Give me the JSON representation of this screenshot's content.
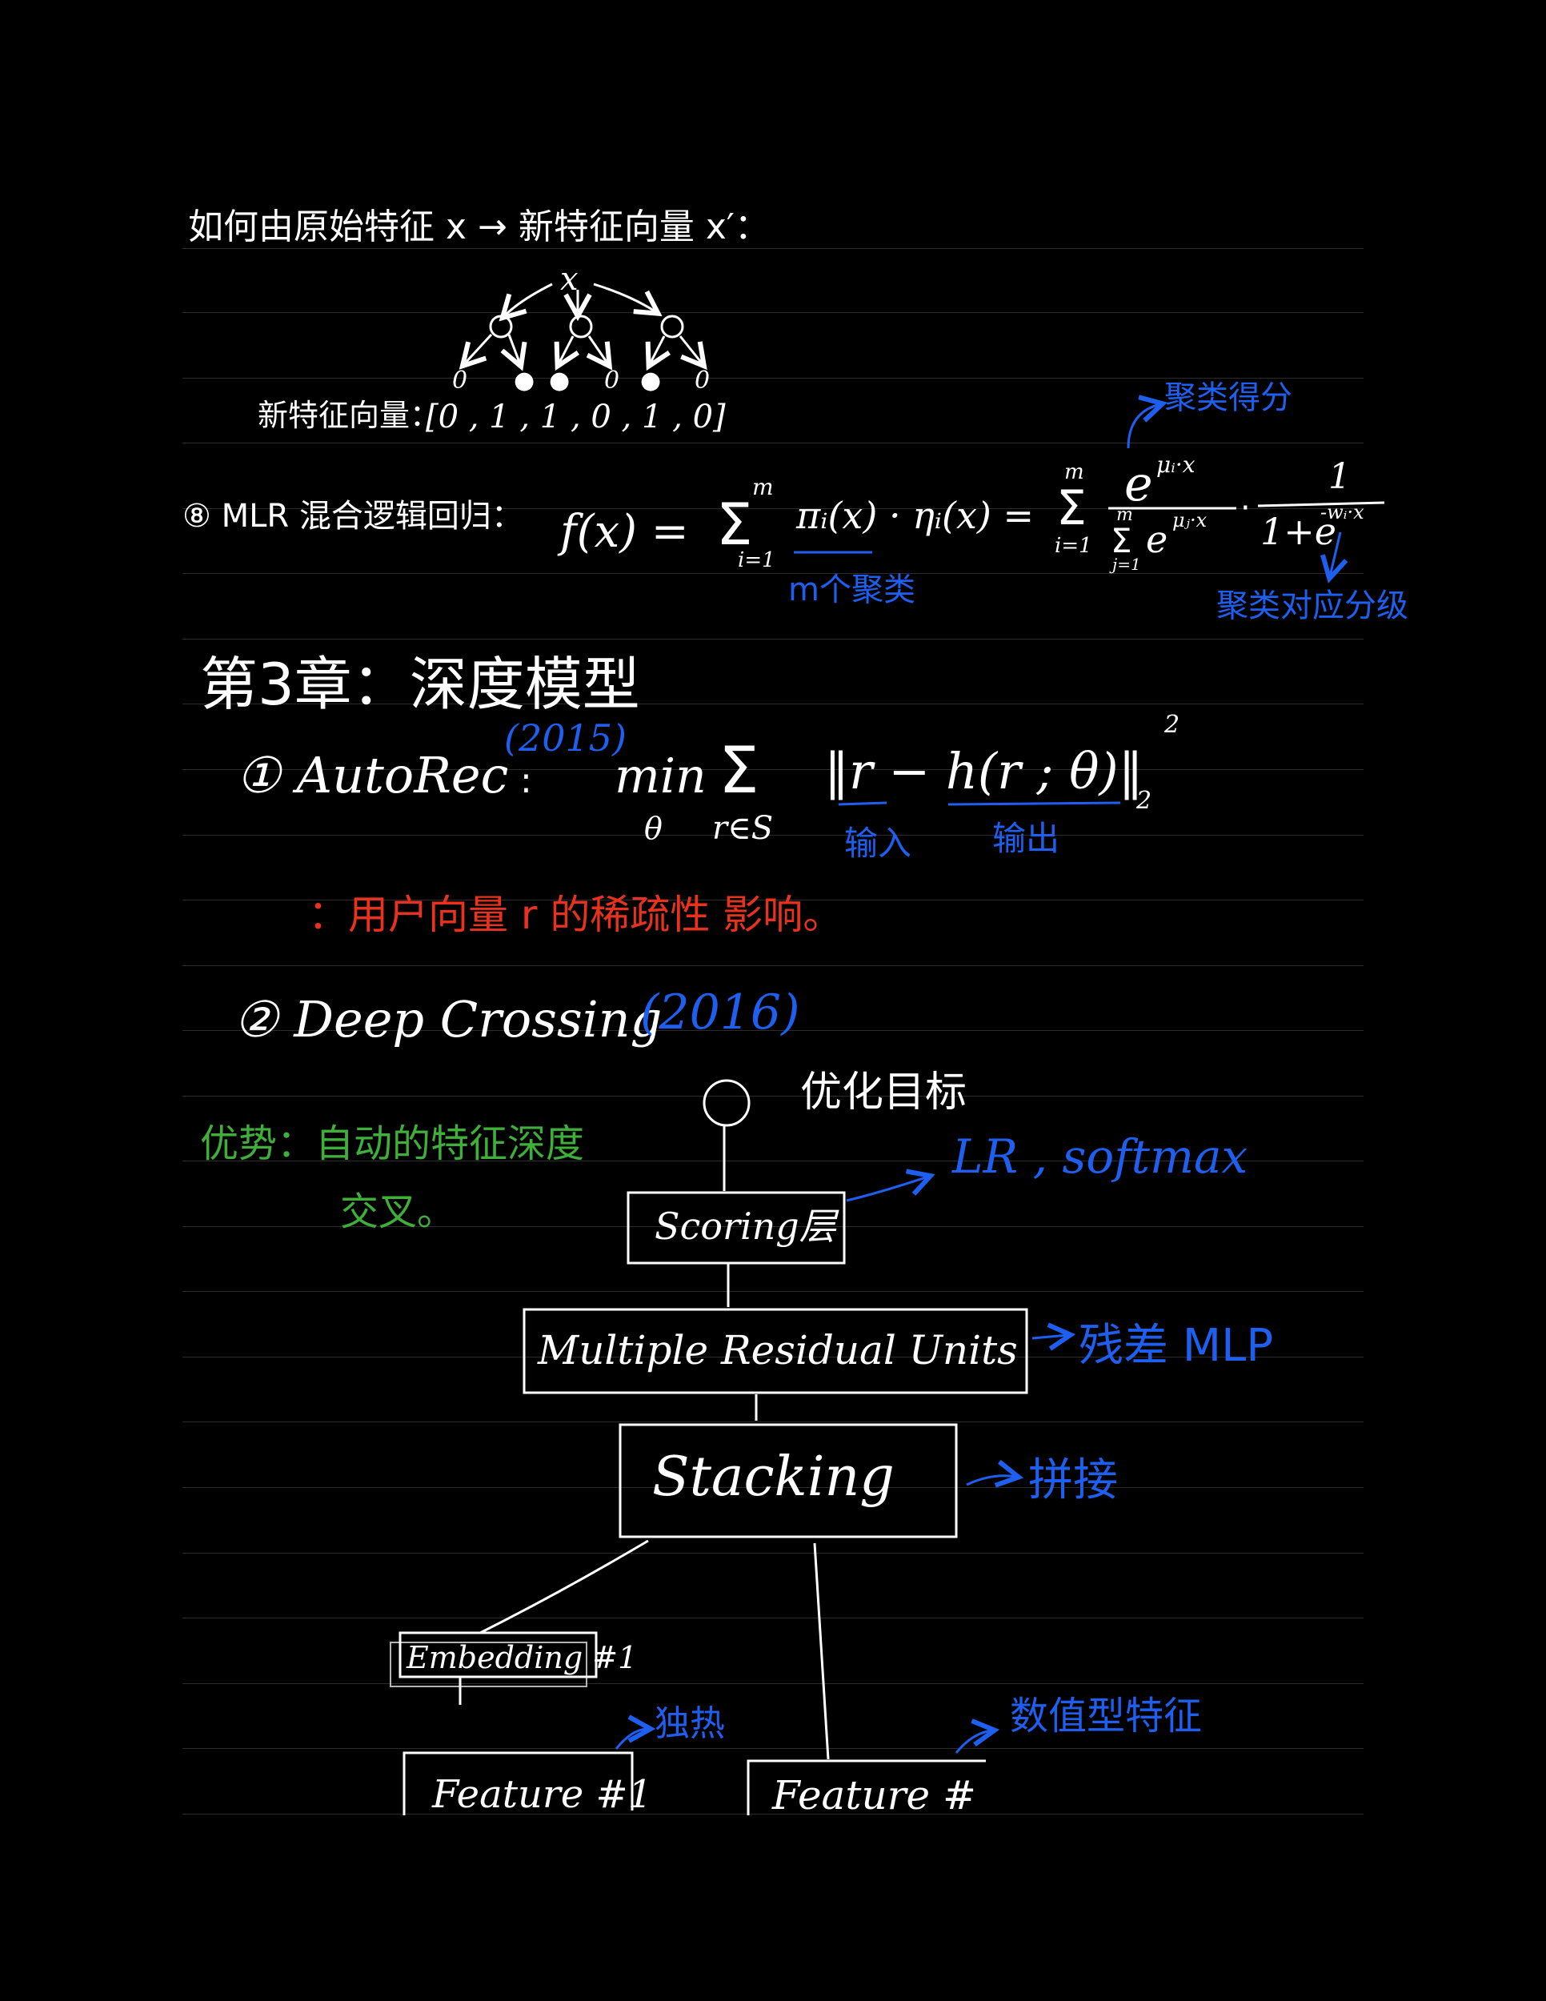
{
  "colors": {
    "ink": "#ffffff",
    "blue": "#1f5ff0",
    "red": "#e8321f",
    "green": "#3fae3a",
    "rule": "#2b2b2b",
    "background": "#000000"
  },
  "top": {
    "line1": "如何由原始特征 x → 新特征向量 x′：",
    "root": "x",
    "leaves": [
      "0",
      "●",
      "●",
      "0",
      "●",
      "0"
    ],
    "vector_label": "新特征向量：",
    "vector": "[0 , 1 , 1 , 0 , 1 , 0]"
  },
  "mlr": {
    "label": "⑧ MLR 混合逻辑回归：",
    "formula_lhs": "f(x) =",
    "sum_upper": "m",
    "sum_lower": "i=1",
    "terms": "πᵢ(x) · ηᵢ(x) =",
    "sum2_upper": "m",
    "sum2_lower": "i=1",
    "num": "e",
    "num_exp": "μᵢ·x",
    "den_sum_upper": "m",
    "den_sum_lower": "j=1",
    "den_exp": "μⱼ·x",
    "frac2_num": "1",
    "frac2_den": "1+e",
    "frac2_exp": "-wᵢ·x",
    "note_top": "聚类得分",
    "note_bottom_left": "m个聚类",
    "note_bottom_right": "聚类对应分级"
  },
  "chapter": {
    "title": "第3章：深度模型",
    "autorec_label": "① AutoRec",
    "autorec_year": "(2015)",
    "min": "min",
    "min_sub": "θ",
    "sum": "Σ",
    "sum_sub": "r∈S",
    "norm": "‖r − h(r ; θ)‖",
    "norm_sub": "2",
    "norm_sup": "2",
    "input_note": "输入",
    "output_note": "输出",
    "red_note": "：用户向量 r 的稀疏性 影响。"
  },
  "deep_crossing": {
    "label": "② Deep Crossing",
    "year": "(2016)",
    "objective": "优化目标",
    "advantage": "优势：自动的特征深度",
    "advantage2": "交叉。",
    "scoring": "Scoring层",
    "scoring_note": "LR , softmax",
    "residual": "Multiple Residual Units",
    "residual_note": "残差 MLP",
    "stacking": "Stacking",
    "stacking_note": "拼接",
    "embedding": "Embedding #1",
    "feature1": "Feature #1",
    "feature2": "Feature #",
    "feature1_note": "独热",
    "feature2_note": "数值型特征"
  }
}
